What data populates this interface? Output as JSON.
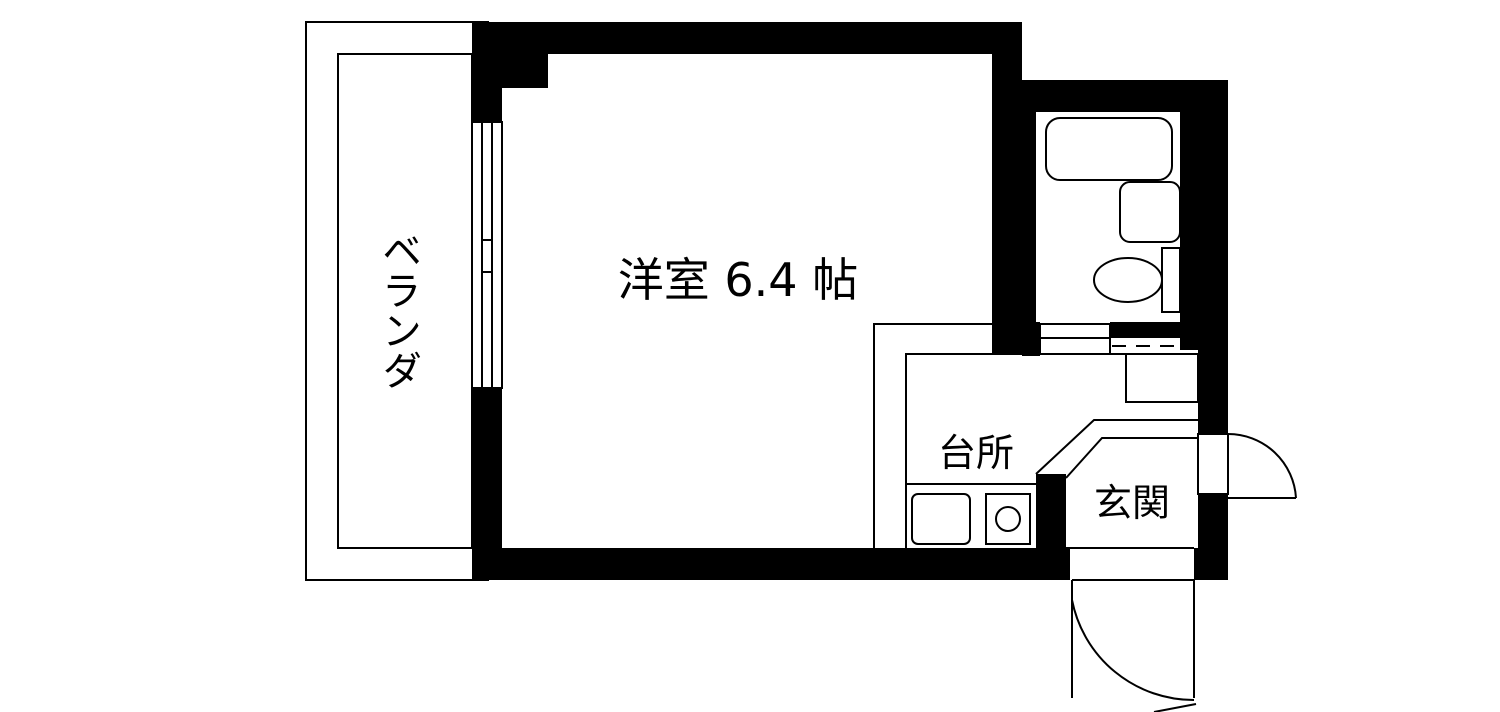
{
  "rooms": {
    "western_room": "洋室 6.4 帖",
    "balcony": "ベランダ",
    "kitchen": "台所",
    "entrance": "玄関"
  },
  "colors": {
    "wall": "#000000",
    "line": "#000000",
    "background": "#ffffff"
  }
}
